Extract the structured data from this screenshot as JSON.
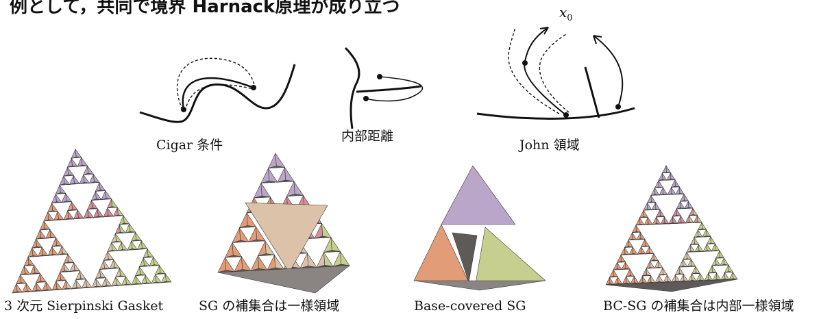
{
  "header_fragment": "例として，共同で境界 Harnack原理が成り立つ",
  "diagrams": {
    "cigar": {
      "caption": "Cigar 条件"
    },
    "inner_distance": {
      "caption": "内部距離"
    },
    "john": {
      "caption": "John 領域",
      "point_label": "x",
      "point_sub": "0"
    }
  },
  "gaskets": [
    {
      "caption": "3 次元 Sierpinski Gasket"
    },
    {
      "caption": "SG の補集合は一様領域"
    },
    {
      "caption": "Base-covered SG"
    },
    {
      "caption": "BC-SG の補集合は内部一様領域"
    }
  ],
  "colors": {
    "rose": "#d78f9a",
    "lavender": "#b9a6c8",
    "peach": "#e39c78",
    "olive": "#c7cf8e",
    "tan": "#dcc2a8",
    "dark": "#5e5a58",
    "mid": "#8a8582"
  }
}
